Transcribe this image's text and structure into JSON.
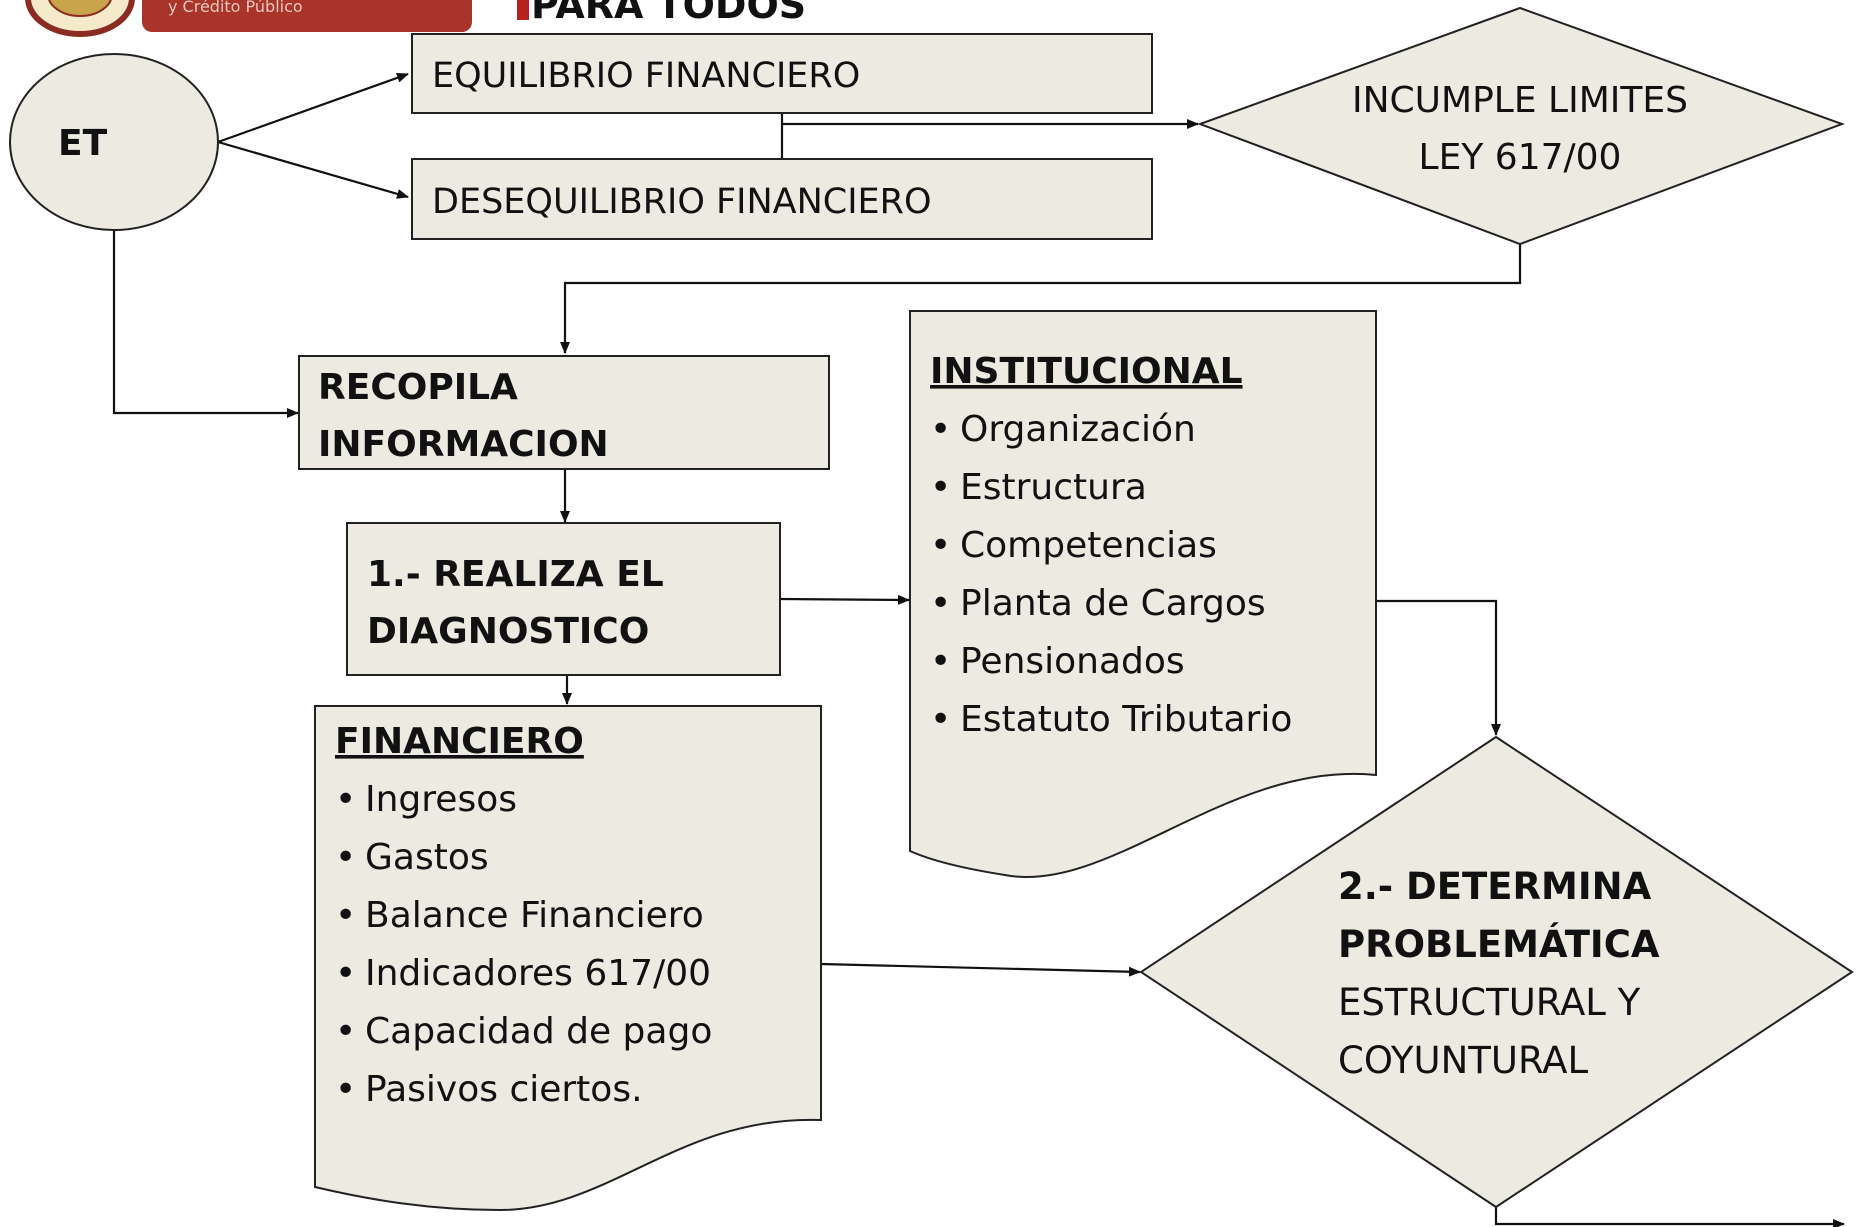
{
  "header": {
    "logo_caption": "y Crédito Público",
    "banner_text": "PARA TODOS"
  },
  "nodes": {
    "et": "ET",
    "equilibrio": "EQUILIBRIO FINANCIERO",
    "desequilibrio": "DESEQUILIBRIO FINANCIERO",
    "incumple": [
      "INCUMPLE LIMITES",
      "LEY 617/00"
    ],
    "recopila": [
      "RECOPILA",
      "INFORMACION"
    ],
    "diagnostico": [
      "1.- REALIZA EL",
      "DIAGNOSTICO"
    ],
    "institucional": {
      "title": "INSTITUCIONAL",
      "items": [
        "Organización",
        "Estructura",
        "Competencias",
        "Planta de Cargos",
        "Pensionados",
        "Estatuto Tributario"
      ]
    },
    "financiero": {
      "title": "FINANCIERO",
      "items": [
        "Ingresos",
        "Gastos",
        "Balance Financiero",
        "Indicadores 617/00",
        "Capacidad de pago",
        "Pasivos ciertos."
      ]
    },
    "determina": {
      "bold_lines": [
        "2.- DETERMINA",
        "PROBLEMÁTICA"
      ],
      "lines": [
        "ESTRUCTURAL Y",
        "COYUNTURAL"
      ]
    }
  },
  "colors": {
    "box_fill": "#ECEAE1",
    "stroke": "#222222",
    "logo_red": "#A8342A"
  },
  "bullet": "•"
}
